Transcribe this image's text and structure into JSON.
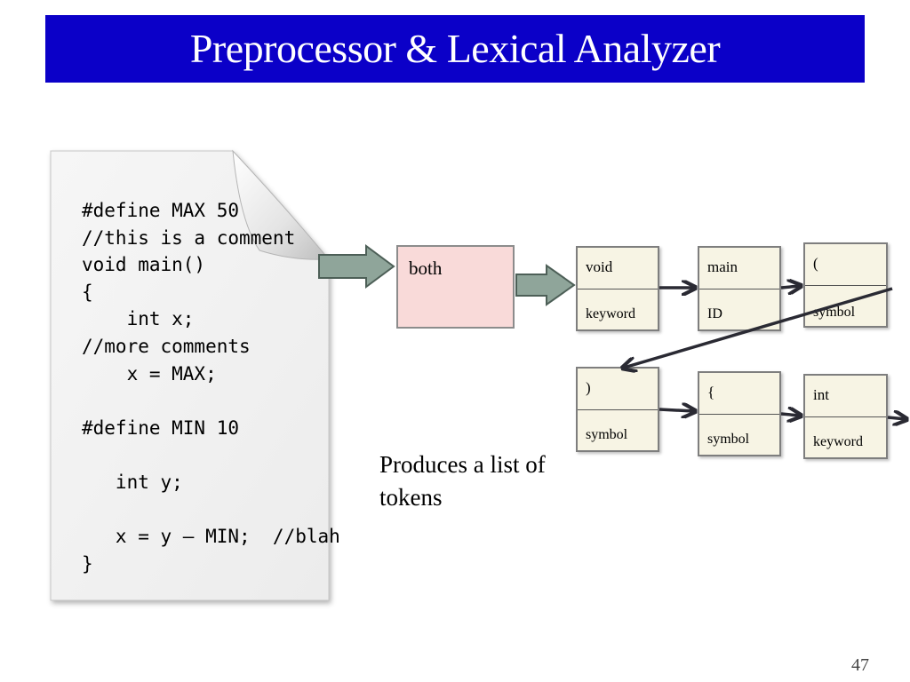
{
  "slide": {
    "title": "Preprocessor & Lexical Analyzer",
    "page_number": "47"
  },
  "source_code": {
    "lines": [
      "#define MAX 50",
      "//this is a comment",
      "void main()",
      "{",
      "    int x;",
      "//more comments",
      "    x = MAX;",
      "",
      "#define MIN 10",
      "",
      "   int y;",
      "",
      "   x = y – MIN;  //blah",
      "}"
    ]
  },
  "processor": {
    "label": "both"
  },
  "tokens": [
    {
      "value": "void",
      "type": "keyword"
    },
    {
      "value": "main",
      "type": "ID"
    },
    {
      "value": "(",
      "type": "symbol"
    },
    {
      "value": ")",
      "type": "symbol"
    },
    {
      "value": "{",
      "type": "symbol"
    },
    {
      "value": "int",
      "type": "keyword"
    }
  ],
  "caption": "Produces a list of tokens",
  "colors": {
    "title_bg": "#0b00c8",
    "title_text": "#ffffff",
    "processor_fill": "#f9dad9",
    "token_fill": "#f7f4e4",
    "block_arrow_fill": "#8fa59a",
    "arrow_color": "#2a2a33"
  }
}
